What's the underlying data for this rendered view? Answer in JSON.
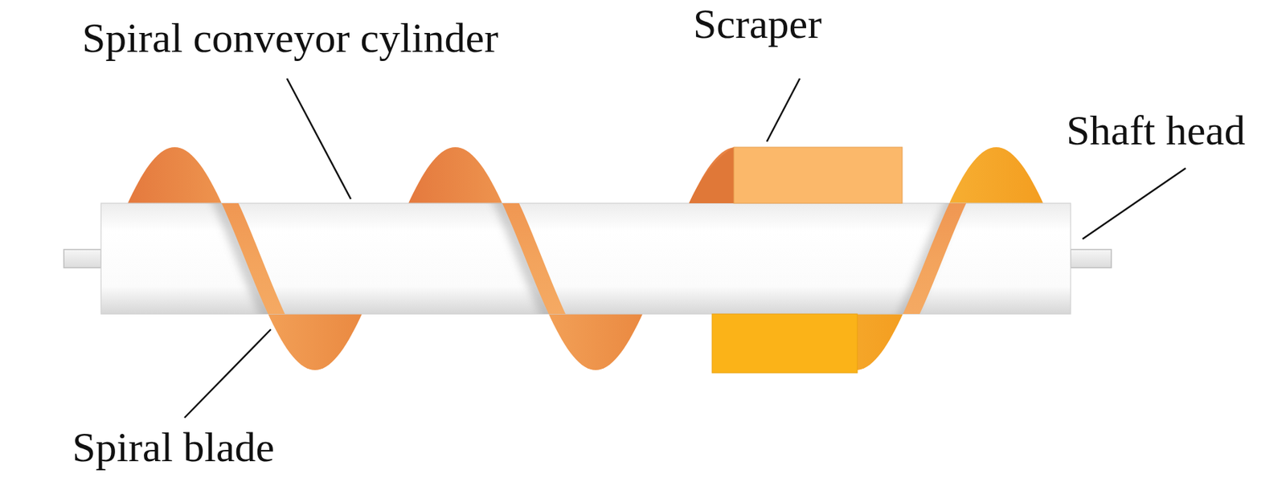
{
  "diagram": {
    "labels": [
      "Spiral conveyor cylinder",
      "Scraper",
      "Shaft head",
      "Spiral blade"
    ]
  }
}
